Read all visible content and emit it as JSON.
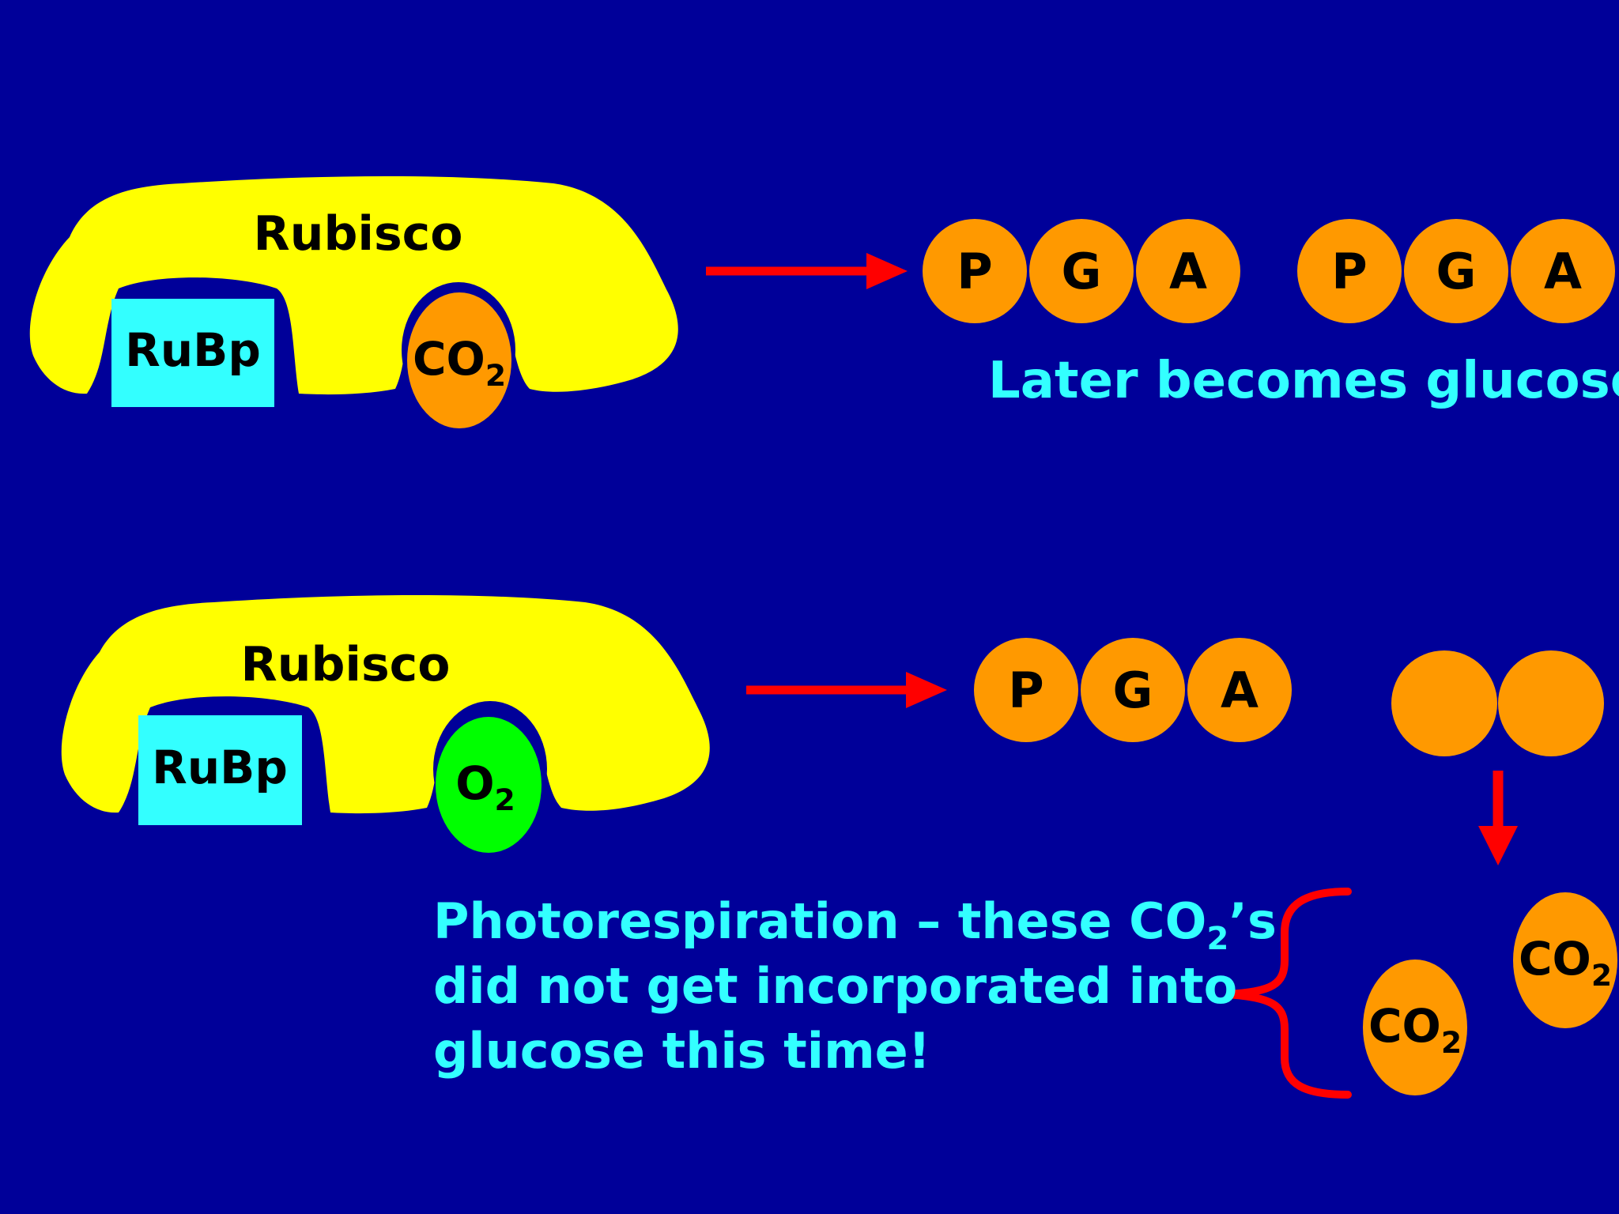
{
  "colors": {
    "background": "#000099",
    "rubisco": "#ffff00",
    "rubp": "#33ffff",
    "co2": "#ff9900",
    "o2": "#00ff00",
    "arrow": "#ff0000",
    "caption": "#33ffff"
  },
  "top": {
    "enzyme_label": "Rubisco",
    "substrate_label": "RuBp",
    "gas_formula": "CO",
    "gas_subscript": "2",
    "products": [
      {
        "letters": [
          "P",
          "G",
          "A"
        ]
      },
      {
        "letters": [
          "P",
          "G",
          "A"
        ]
      }
    ],
    "caption": "Later becomes glucose!"
  },
  "bottom": {
    "enzyme_label": "Rubisco",
    "substrate_label": "RuBp",
    "gas_formula": "O",
    "gas_subscript": "2",
    "products": [
      {
        "letters": [
          "P",
          "G",
          "A"
        ]
      }
    ],
    "released": [
      {
        "formula": "CO",
        "subscript": "2"
      },
      {
        "formula": "CO",
        "subscript": "2"
      }
    ],
    "caption_line1_before": "Photorespiration – these CO",
    "caption_line1_subscript": "2",
    "caption_line1_after": "’s",
    "caption_line2": "did not get incorporated into",
    "caption_line3": "glucose this time!"
  }
}
